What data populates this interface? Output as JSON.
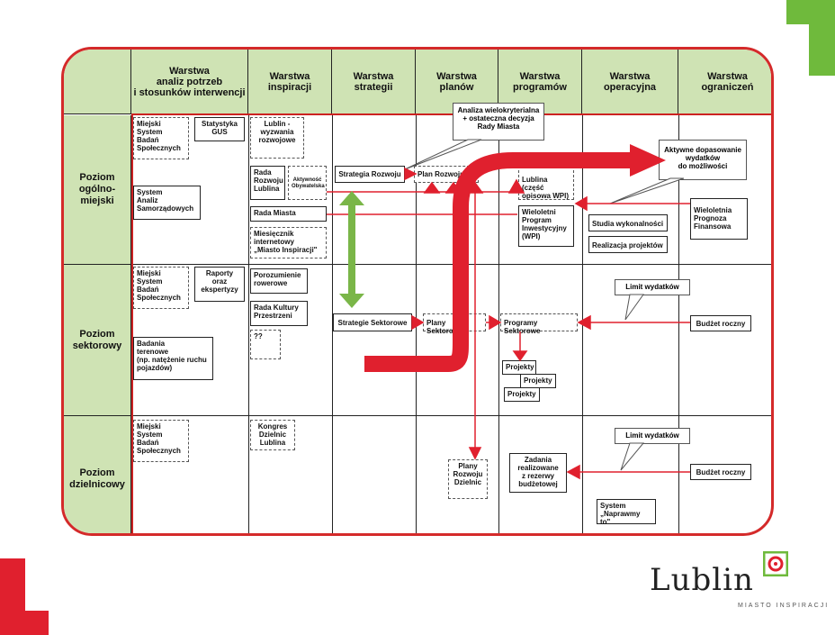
{
  "columns": [
    "Warstwa\nanaliz potrzeb\ni stosunków interwencji",
    "Warstwa\ninspiracji",
    "Warstwa\nstrategii",
    "Warstwa\nplanów",
    "Warstwa\nprogramów",
    "Warstwa\noperacyjna",
    "Warstwa\nograniczeń"
  ],
  "rows": [
    "Poziom\nogólno-\nmiejski",
    "Poziom\nsektorowy",
    "Poziom\ndzielnicowy"
  ],
  "boxes": {
    "msbs1": "Miejski\nSystem\nBadań\nSpołecznych",
    "gus": "Statystyka\nGUS",
    "sas": "System\nAnaliz\nSamorządowych",
    "msbs2": "Miejski\nSystem\nBadań\nSpołecznych",
    "raporty": "Raporty\noraz\nekspertyzy",
    "badania": "Badania\nterenowe\n(np. natężenie ruchu\npojazdów)",
    "msbs3": "Miejski\nSystem\nBadań\nSpołecznych",
    "wyzwania": "Lublin -\nwyzwania\nrozwojowe",
    "rrl": "Rada\nRozwoju\nLublina",
    "aktywnosc": "Aktywność\nObywatelska",
    "rada_miasta": "Rada Miasta",
    "miesiecznik": "Miesięcznik\ninternetowy\n„Miasto Inspiracji\"",
    "porozumienie": "Porozumienie\nrowerowe",
    "rkp": "Rada Kultury\nPrzestrzeni",
    "qq": "??",
    "kongres": "Kongres\nDzielnic\nLublina",
    "strategia_rozwoju": "Strategia Rozwoju",
    "strategie_sektorowe": "Strategie Sektorowe",
    "plan_rozwoju": "Plan Rozwoju L",
    "plany_sektorowe": "Plany Sektorowe",
    "plany_dzielnic": "Plany\nRozwoju\nDzielnic",
    "lublin_wpi": "Lublina\n(część\nopisowa WPI)",
    "wpi": "Wieloletni\nProgram\nInwestycyjny\n(WPI)",
    "programy_sektorowe": "Programy Sektorowe",
    "projekty1": "Projekty",
    "projekty2": "Projekty",
    "projekty3": "Projekty",
    "zadania": "Zadania\nrealizowane\nz rezerwy\nbudżetowej",
    "studia": "Studia wykonalności",
    "realizacja": "Realizacja projektów",
    "naprawmy": "System\n„Naprawmy to\"",
    "wpf": "Wieloletnia\nPrognoza\nFinansowa",
    "budzet1": "Budżet roczny",
    "budzet2": "Budżet roczny"
  },
  "callouts": {
    "analiza": "Analiza wielokryterialna\n+ ostateczna decyzja\nRady Miasta",
    "aktywne": "Aktywne dopasowanie\nwydatków\ndo możliwości",
    "limit1": "Limit wydatków",
    "limit2": "Limit wydatków"
  },
  "logo": {
    "name": "Lublin",
    "tagline": "MIASTO INSPIRACJI"
  },
  "colors": {
    "red": "#e0202e",
    "green": "#7ab648",
    "header": "#cfe3b4",
    "accent_green": "#6fba3c"
  }
}
